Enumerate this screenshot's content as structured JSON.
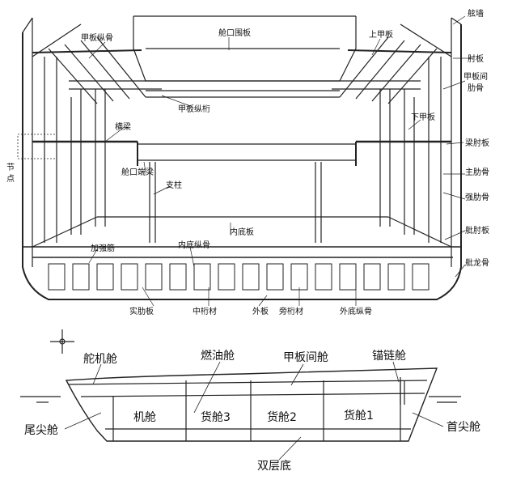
{
  "section_labels": {
    "deck_longitudinal": "甲板纵骨",
    "hatch_coaming": "舱口围板",
    "upper_deck": "上甲板",
    "bulwark": "舷墙",
    "bracket_top": "肘板",
    "tweendeck_frame": "甲板间肋骨",
    "deck_girder": "甲板纵桁",
    "lower_deck": "下甲板",
    "deck_beam": "横梁",
    "beam_bracket": "梁肘板",
    "node": "节点",
    "hatch_end_beam": "舱口端梁",
    "pillar": "支柱",
    "main_frame": "主肋骨",
    "web_frame": "强肋骨",
    "bilge_bracket": "舭肘板",
    "inner_bottom": "内底板",
    "stiffener": "加强筋",
    "inner_bottom_longitudinal": "内底纵骨",
    "bilge_keel": "舭龙骨",
    "floor": "实肋板",
    "center_girder": "中桁材",
    "shell_plating": "外板",
    "side_girder": "旁桁材",
    "bottom_longitudinal": "外底纵骨"
  },
  "profile_labels": {
    "steering_gear_room": "舵机舱",
    "fuel_tank": "燃油舱",
    "tweendeck_space": "甲板间舱",
    "chain_locker": "锚链舱",
    "aft_peak": "尾尖舱",
    "engine_room": "机舱",
    "cargo_hold_3": "货舱3",
    "cargo_hold_2": "货舱2",
    "cargo_hold_1": "货舱1",
    "fore_peak": "首尖舱",
    "double_bottom": "双层底"
  }
}
